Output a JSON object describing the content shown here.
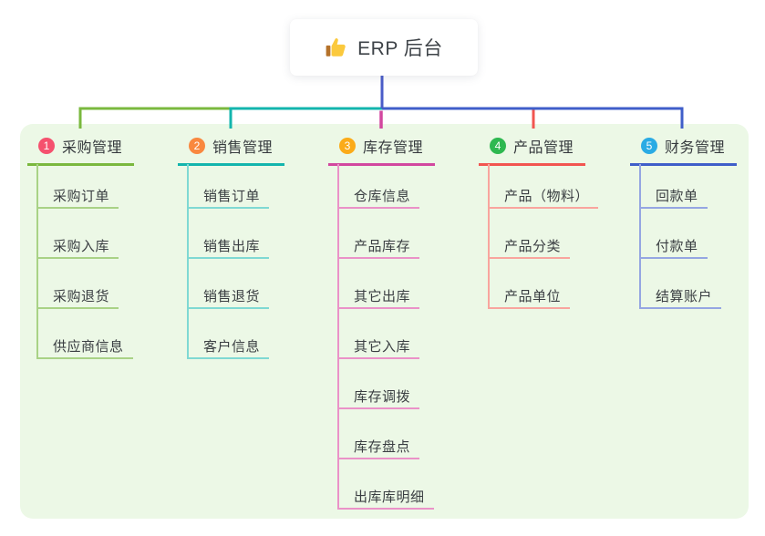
{
  "title": {
    "icon": "thumbs-up-icon",
    "text": "ERP 后台"
  },
  "canvas": {
    "page_background": "#ffffff",
    "panel_background": "#ecf8e6",
    "stem_color": "#4a5cc8",
    "icon_hand_color": "#fbc93d",
    "icon_cuff_color": "#b5722a"
  },
  "branches": [
    {
      "badge": "1",
      "label": "采购管理",
      "badge_color": "#f5516e",
      "line_color": "#7ab83e",
      "child_line_color": "#a9d286",
      "children": [
        "采购订单",
        "采购入库",
        "采购退货",
        "供应商信息"
      ]
    },
    {
      "badge": "2",
      "label": "销售管理",
      "badge_color": "#f9883f",
      "line_color": "#13b5ad",
      "child_line_color": "#7fd9d3",
      "children": [
        "销售订单",
        "销售出库",
        "销售退货",
        "客户信息"
      ]
    },
    {
      "badge": "3",
      "label": "库存管理",
      "badge_color": "#fbab19",
      "line_color": "#d2479f",
      "child_line_color": "#ea92c8",
      "children": [
        "仓库信息",
        "产品库存",
        "其它出库",
        "其它入库",
        "库存调拨",
        "库存盘点",
        "出库库明细"
      ]
    },
    {
      "badge": "4",
      "label": "产品管理",
      "badge_color": "#2eb850",
      "line_color": "#f25550",
      "child_line_color": "#f9a59e",
      "children": [
        "产品（物料）",
        "产品分类",
        "产品单位"
      ]
    },
    {
      "badge": "5",
      "label": "财务管理",
      "badge_color": "#2aabe4",
      "line_color": "#3f5ec9",
      "child_line_color": "#95a6e2",
      "children": [
        "回款单",
        "付款单",
        "结算账户"
      ]
    }
  ]
}
